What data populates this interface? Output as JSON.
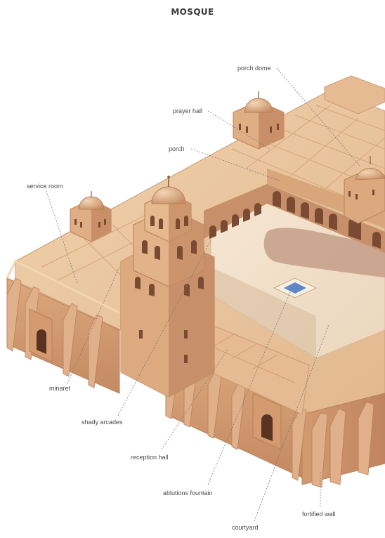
{
  "title": "MOSQUE",
  "labels": {
    "porch_dome": "porch dome",
    "prayer_hall": "prayer hall",
    "porch": "porch",
    "service_room": "service room",
    "minaret": "minaret",
    "shady_arcades": "shady arcades",
    "reception_hall": "reception hall",
    "ablutions_fountain": "ablutions fountain",
    "fortified_wall": "fortified wall",
    "courtyard": "courtyard"
  },
  "colors": {
    "stone_light": "#e9c9a2",
    "stone_mid": "#d7a47a",
    "stone_dark": "#b8805a",
    "courtyard": "#f1dfc8",
    "shadow": "#c29a85",
    "fountain_water": "#5d88c4",
    "leader_line": "#7a7a7a"
  }
}
